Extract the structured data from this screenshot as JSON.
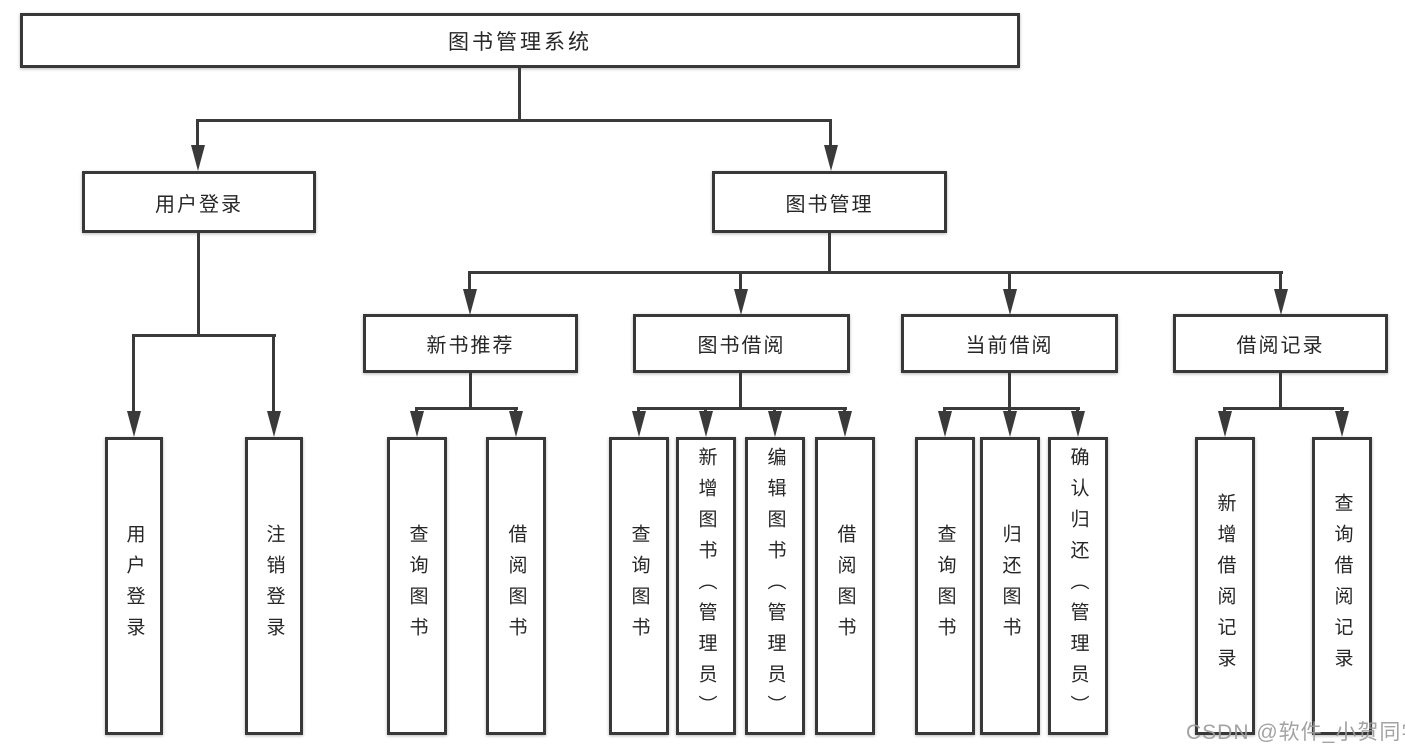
{
  "diagram": {
    "root": {
      "label": "图书管理系统"
    },
    "branches": {
      "user_login": {
        "label": "用户登录"
      },
      "book_mgmt": {
        "label": "图书管理"
      }
    },
    "categories": {
      "new_books": {
        "label": "新书推荐"
      },
      "book_borrow": {
        "label": "图书借阅"
      },
      "current_borrow": {
        "label": "当前借阅"
      },
      "borrow_records": {
        "label": "借阅记录"
      }
    },
    "leaves": {
      "user_login": {
        "label": "用户登录"
      },
      "logout": {
        "label": "注销登录"
      },
      "nb_query_books": {
        "label": "查询图书"
      },
      "nb_borrow_books": {
        "label": "借阅图书"
      },
      "bb_query_books": {
        "label": "查询图书"
      },
      "bb_add_books": {
        "label": "新增图书（管理员）"
      },
      "bb_edit_books": {
        "label": "编辑图书（管理员）"
      },
      "bb_borrow_books": {
        "label": "借阅图书"
      },
      "cb_query_books": {
        "label": "查询图书"
      },
      "cb_return_books": {
        "label": "归还图书"
      },
      "cb_confirm_return": {
        "label": "确认归还（管理员）"
      },
      "br_add_record": {
        "label": "新增借阅记录"
      },
      "br_query_record": {
        "label": "查询借阅记录"
      }
    }
  },
  "watermark": {
    "text": "CSDN @软件_小贺同学"
  },
  "colors": {
    "background": "#ffffff",
    "line": "#3a3a3a",
    "box_border": "#383838",
    "text": "#262626",
    "watermark": "#9b9b9b"
  }
}
